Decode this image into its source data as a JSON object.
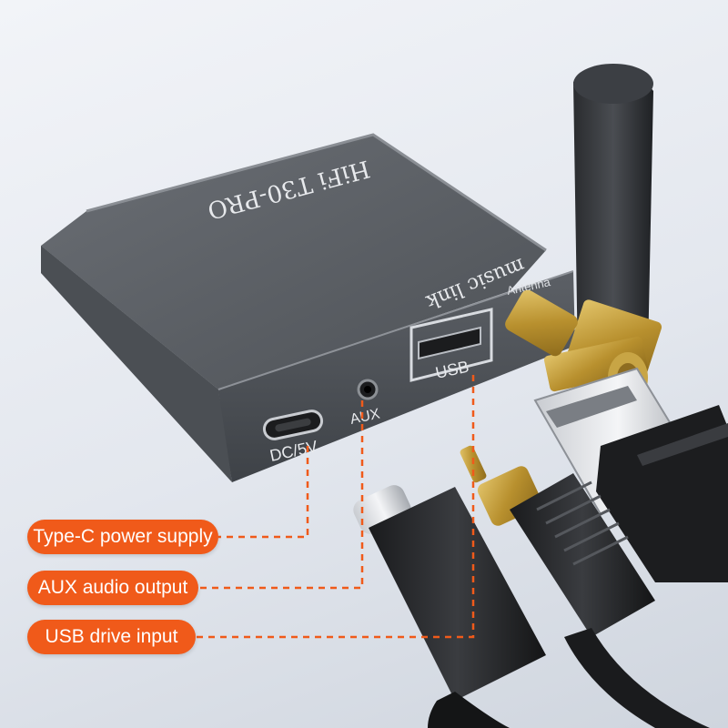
{
  "device": {
    "model_label": "HiFi T30-PRO",
    "brand_label": "music link",
    "antenna_label": "Antenna",
    "usb_label": "USB",
    "aux_label": "AUX",
    "dc_label": "DC/5V"
  },
  "callouts": {
    "type_c": "Type-C power supply",
    "aux": "AUX audio output",
    "usb": "USB drive input"
  },
  "colors": {
    "accent": "#f05a1a",
    "device_body": "#555a60",
    "background": "#e3e7ee"
  }
}
